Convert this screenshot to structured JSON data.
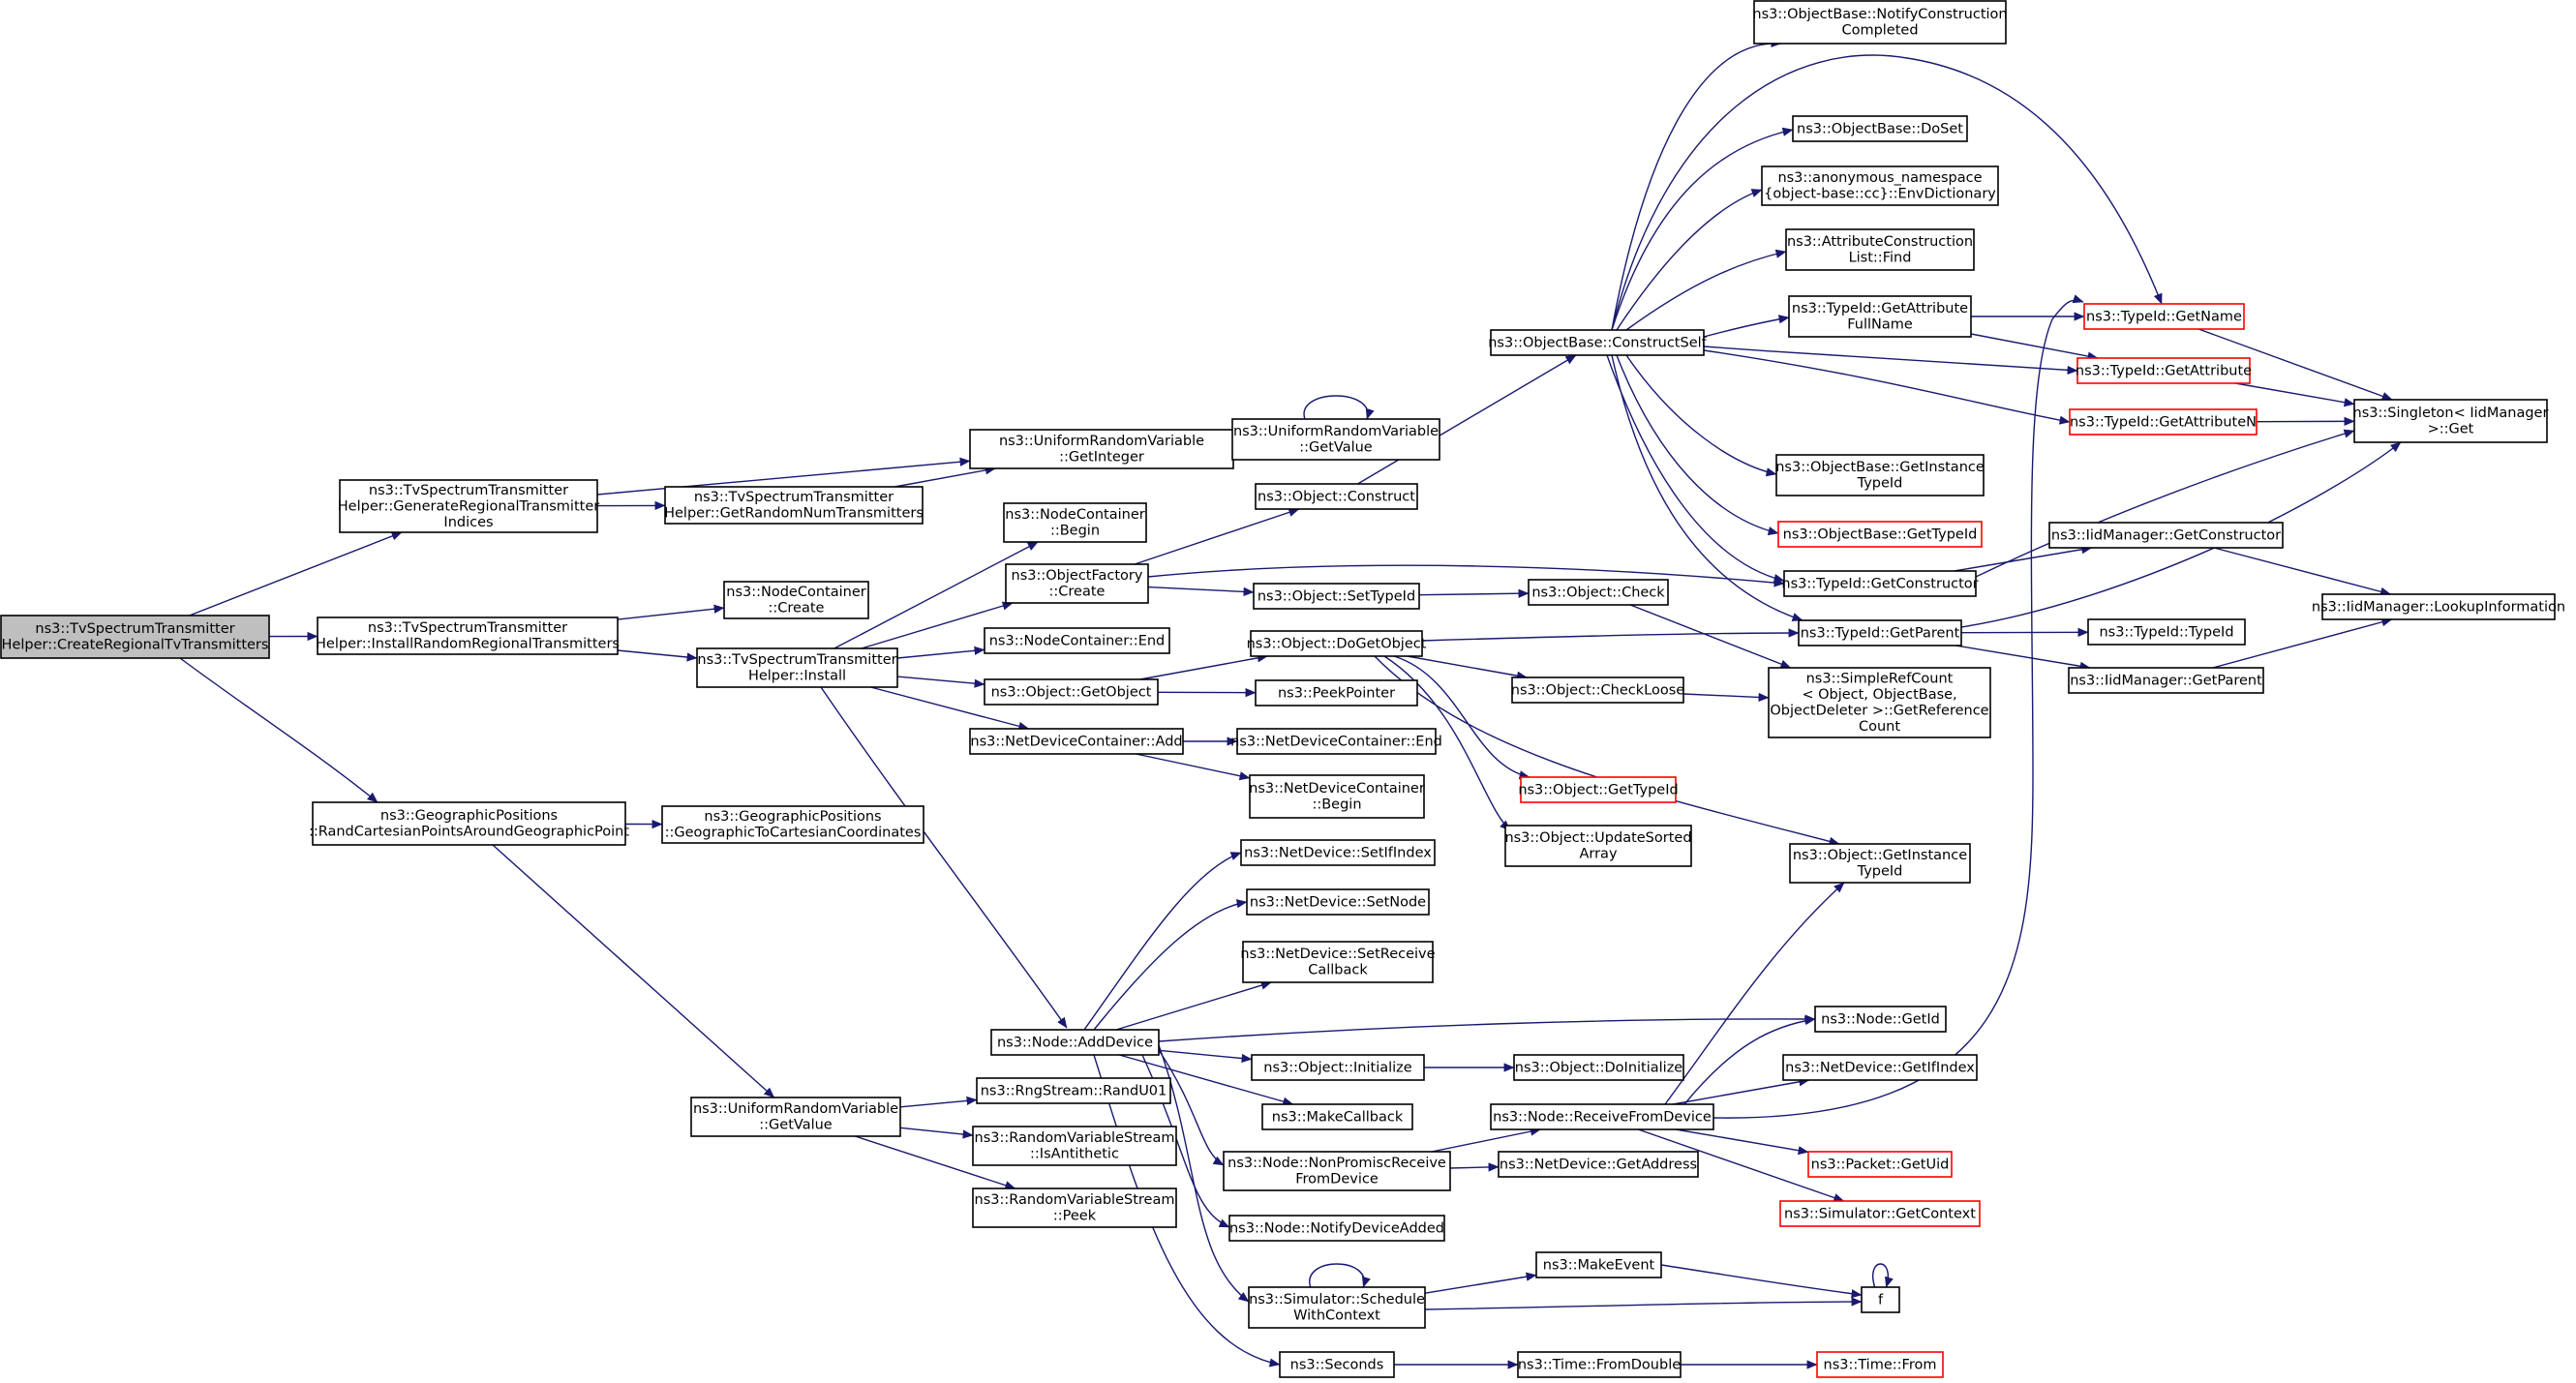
{
  "colors": {
    "edge": "#191970",
    "node_border": "#000000",
    "truncated_border": "#ff0000",
    "root_fill": "#bfbfbf",
    "node_fill": "#ffffff"
  },
  "nodes": [
    {
      "id": "n0",
      "lines": [
        "ns3::TvSpectrumTransmitter",
        "Helper::CreateRegionalTvTransmitters"
      ],
      "root": true
    },
    {
      "id": "n1",
      "lines": [
        "ns3::TvSpectrumTransmitter",
        "Helper::GenerateRegionalTransmitter",
        "Indices"
      ]
    },
    {
      "id": "n2",
      "lines": [
        "ns3::TvSpectrumTransmitter",
        "Helper::InstallRandomRegionalTransmitters"
      ]
    },
    {
      "id": "n3",
      "lines": [
        "ns3::GeographicPositions",
        "::RandCartesianPointsAroundGeographicPoint"
      ]
    },
    {
      "id": "n4",
      "lines": [
        "ns3::UniformRandomVariable",
        "::GetInteger"
      ]
    },
    {
      "id": "n5",
      "lines": [
        "ns3::TvSpectrumTransmitter",
        "Helper::GetRandomNumTransmitters"
      ]
    },
    {
      "id": "n6",
      "lines": [
        "ns3::UniformRandomVariable",
        "::GetValue"
      ]
    },
    {
      "id": "n7",
      "lines": [
        "ns3::NodeContainer",
        "::Create"
      ]
    },
    {
      "id": "n8",
      "lines": [
        "ns3::TvSpectrumTransmitter",
        "Helper::Install"
      ]
    },
    {
      "id": "n9",
      "lines": [
        "ns3::NodeContainer",
        "::Begin"
      ]
    },
    {
      "id": "n10",
      "lines": [
        "ns3::ObjectFactory",
        "::Create"
      ]
    },
    {
      "id": "n11",
      "lines": [
        "ns3::NodeContainer::End"
      ]
    },
    {
      "id": "n12",
      "lines": [
        "ns3::Object::GetObject"
      ]
    },
    {
      "id": "n13",
      "lines": [
        "ns3::NetDeviceContainer::Add"
      ]
    },
    {
      "id": "n14",
      "lines": [
        "ns3::Node::AddDevice"
      ]
    },
    {
      "id": "n15",
      "lines": [
        "ns3::Object::Construct"
      ]
    },
    {
      "id": "n16",
      "lines": [
        "ns3::Object::SetTypeId"
      ]
    },
    {
      "id": "n17",
      "lines": [
        "ns3::Object::DoGetObject"
      ]
    },
    {
      "id": "n18",
      "lines": [
        "ns3::PeekPointer"
      ]
    },
    {
      "id": "n19",
      "lines": [
        "ns3::NetDeviceContainer::End"
      ]
    },
    {
      "id": "n20",
      "lines": [
        "ns3::NetDeviceContainer",
        "::Begin"
      ]
    },
    {
      "id": "n21",
      "lines": [
        "ns3::GeographicPositions",
        "::GeographicToCartesianCoordinates"
      ]
    },
    {
      "id": "n22",
      "lines": [
        "ns3::UniformRandomVariable",
        "::GetValue"
      ]
    },
    {
      "id": "n23",
      "lines": [
        "ns3::RngStream::RandU01"
      ]
    },
    {
      "id": "n24",
      "lines": [
        "ns3::RandomVariableStream",
        "::IsAntithetic"
      ]
    },
    {
      "id": "n25",
      "lines": [
        "ns3::RandomVariableStream",
        "::Peek"
      ]
    },
    {
      "id": "n26",
      "lines": [
        "ns3::NetDevice::SetIfIndex"
      ]
    },
    {
      "id": "n27",
      "lines": [
        "ns3::NetDevice::SetNode"
      ]
    },
    {
      "id": "n28",
      "lines": [
        "ns3::NetDevice::SetReceive",
        "Callback"
      ]
    },
    {
      "id": "n29",
      "lines": [
        "ns3::Object::Initialize"
      ]
    },
    {
      "id": "n30",
      "lines": [
        "ns3::MakeCallback"
      ]
    },
    {
      "id": "n31",
      "lines": [
        "ns3::Node::NonPromiscReceive",
        "FromDevice"
      ]
    },
    {
      "id": "n32",
      "lines": [
        "ns3::Node::NotifyDeviceAdded"
      ]
    },
    {
      "id": "n33",
      "lines": [
        "ns3::Simulator::Schedule",
        "WithContext"
      ]
    },
    {
      "id": "n34",
      "lines": [
        "ns3::Seconds"
      ]
    },
    {
      "id": "n35",
      "lines": [
        "ns3::ObjectBase::ConstructSelf"
      ]
    },
    {
      "id": "n36",
      "lines": [
        "ns3::Object::Check"
      ]
    },
    {
      "id": "n37",
      "lines": [
        "ns3::Object::CheckLoose"
      ]
    },
    {
      "id": "n38",
      "lines": [
        "ns3::Object::GetTypeId"
      ],
      "truncated": true
    },
    {
      "id": "n39",
      "lines": [
        "ns3::Object::UpdateSorted",
        "Array"
      ]
    },
    {
      "id": "n40",
      "lines": [
        "ns3::Object::DoInitialize"
      ]
    },
    {
      "id": "n41",
      "lines": [
        "ns3::Node::ReceiveFromDevice"
      ]
    },
    {
      "id": "n42",
      "lines": [
        "ns3::NetDevice::GetAddress"
      ]
    },
    {
      "id": "n43",
      "lines": [
        "ns3::MakeEvent"
      ]
    },
    {
      "id": "n44",
      "lines": [
        "ns3::Time::FromDouble"
      ]
    },
    {
      "id": "n45",
      "lines": [
        "ns3::ObjectBase::NotifyConstruction",
        "Completed"
      ]
    },
    {
      "id": "n46",
      "lines": [
        "ns3::ObjectBase::DoSet"
      ]
    },
    {
      "id": "n47",
      "lines": [
        "ns3::anonymous_namespace",
        "{object-base::cc}::EnvDictionary"
      ]
    },
    {
      "id": "n48",
      "lines": [
        "ns3::AttributeConstruction",
        "List::Find"
      ]
    },
    {
      "id": "n49",
      "lines": [
        "ns3::TypeId::GetAttribute",
        "FullName"
      ]
    },
    {
      "id": "n50",
      "lines": [
        "ns3::ObjectBase::GetInstance",
        "TypeId"
      ]
    },
    {
      "id": "n51",
      "lines": [
        "ns3::ObjectBase::GetTypeId"
      ],
      "truncated": true
    },
    {
      "id": "n52",
      "lines": [
        "ns3::TypeId::GetConstructor"
      ]
    },
    {
      "id": "n53",
      "lines": [
        "ns3::TypeId::GetParent"
      ]
    },
    {
      "id": "n54",
      "lines": [
        "ns3::SimpleRefCount",
        "< Object, ObjectBase,",
        "ObjectDeleter >::GetReference",
        "Count"
      ]
    },
    {
      "id": "n55",
      "lines": [
        "ns3::Object::GetInstance",
        "TypeId"
      ]
    },
    {
      "id": "n56",
      "lines": [
        "ns3::Node::GetId"
      ]
    },
    {
      "id": "n57",
      "lines": [
        "ns3::NetDevice::GetIfIndex"
      ]
    },
    {
      "id": "n58",
      "lines": [
        "ns3::Packet::GetUid"
      ],
      "truncated": true
    },
    {
      "id": "n59",
      "lines": [
        "ns3::Simulator::GetContext"
      ],
      "truncated": true
    },
    {
      "id": "n60",
      "lines": [
        "f"
      ]
    },
    {
      "id": "n61",
      "lines": [
        "ns3::Time::From"
      ],
      "truncated": true
    },
    {
      "id": "n62",
      "lines": [
        "ns3::TypeId::GetName"
      ],
      "truncated": true
    },
    {
      "id": "n63",
      "lines": [
        "ns3::TypeId::GetAttribute"
      ],
      "truncated": true
    },
    {
      "id": "n64",
      "lines": [
        "ns3::TypeId::GetAttributeN"
      ],
      "truncated": true
    },
    {
      "id": "n65",
      "lines": [
        "ns3::IidManager::GetConstructor"
      ]
    },
    {
      "id": "n66",
      "lines": [
        "ns3::TypeId::TypeId"
      ]
    },
    {
      "id": "n67",
      "lines": [
        "ns3::IidManager::GetParent"
      ]
    },
    {
      "id": "n68",
      "lines": [
        "ns3::Singleton< IidManager",
        ">::Get"
      ]
    },
    {
      "id": "n69",
      "lines": [
        "ns3::IidManager::LookupInformation"
      ]
    }
  ],
  "edges": [
    [
      "n0",
      "n1"
    ],
    [
      "n0",
      "n2"
    ],
    [
      "n0",
      "n3"
    ],
    [
      "n1",
      "n4"
    ],
    [
      "n1",
      "n5"
    ],
    [
      "n5",
      "n4"
    ],
    [
      "n4",
      "n6"
    ],
    [
      "n6",
      "n6"
    ],
    [
      "n2",
      "n7"
    ],
    [
      "n2",
      "n8"
    ],
    [
      "n3",
      "n21"
    ],
    [
      "n3",
      "n22"
    ],
    [
      "n8",
      "n9"
    ],
    [
      "n8",
      "n10"
    ],
    [
      "n8",
      "n11"
    ],
    [
      "n8",
      "n12"
    ],
    [
      "n8",
      "n13"
    ],
    [
      "n8",
      "n14"
    ],
    [
      "n10",
      "n15"
    ],
    [
      "n10",
      "n16"
    ],
    [
      "n10",
      "n52"
    ],
    [
      "n15",
      "n35"
    ],
    [
      "n16",
      "n36"
    ],
    [
      "n36",
      "n54"
    ],
    [
      "n12",
      "n17"
    ],
    [
      "n12",
      "n18"
    ],
    [
      "n17",
      "n53"
    ],
    [
      "n17",
      "n37"
    ],
    [
      "n17",
      "n38"
    ],
    [
      "n17",
      "n39"
    ],
    [
      "n17",
      "n55"
    ],
    [
      "n37",
      "n54"
    ],
    [
      "n13",
      "n19"
    ],
    [
      "n13",
      "n20"
    ],
    [
      "n22",
      "n23"
    ],
    [
      "n22",
      "n24"
    ],
    [
      "n22",
      "n25"
    ],
    [
      "n14",
      "n26"
    ],
    [
      "n14",
      "n27"
    ],
    [
      "n14",
      "n28"
    ],
    [
      "n14",
      "n56"
    ],
    [
      "n14",
      "n29"
    ],
    [
      "n14",
      "n30"
    ],
    [
      "n14",
      "n31"
    ],
    [
      "n14",
      "n32"
    ],
    [
      "n14",
      "n33"
    ],
    [
      "n14",
      "n34"
    ],
    [
      "n29",
      "n40"
    ],
    [
      "n31",
      "n41"
    ],
    [
      "n31",
      "n42"
    ],
    [
      "n41",
      "n55"
    ],
    [
      "n41",
      "n56"
    ],
    [
      "n41",
      "n57"
    ],
    [
      "n41",
      "n58"
    ],
    [
      "n41",
      "n59"
    ],
    [
      "n41",
      "n49"
    ],
    [
      "n33",
      "n33"
    ],
    [
      "n33",
      "n43"
    ],
    [
      "n33",
      "n60"
    ],
    [
      "n43",
      "n60"
    ],
    [
      "n60",
      "n60"
    ],
    [
      "n34",
      "n44"
    ],
    [
      "n44",
      "n61"
    ],
    [
      "n35",
      "n45"
    ],
    [
      "n35",
      "n46"
    ],
    [
      "n35",
      "n47"
    ],
    [
      "n35",
      "n48"
    ],
    [
      "n35",
      "n49"
    ],
    [
      "n35",
      "n50"
    ],
    [
      "n35",
      "n51"
    ],
    [
      "n35",
      "n52"
    ],
    [
      "n35",
      "n53"
    ],
    [
      "n35",
      "n62"
    ],
    [
      "n35",
      "n63"
    ],
    [
      "n35",
      "n64"
    ],
    [
      "n49",
      "n62"
    ],
    [
      "n49",
      "n63"
    ],
    [
      "n52",
      "n65"
    ],
    [
      "n52",
      "n68"
    ],
    [
      "n65",
      "n69"
    ],
    [
      "n53",
      "n66"
    ],
    [
      "n53",
      "n67"
    ],
    [
      "n53",
      "n68"
    ],
    [
      "n67",
      "n69"
    ],
    [
      "n62",
      "n68"
    ],
    [
      "n63",
      "n68"
    ],
    [
      "n64",
      "n68"
    ]
  ]
}
